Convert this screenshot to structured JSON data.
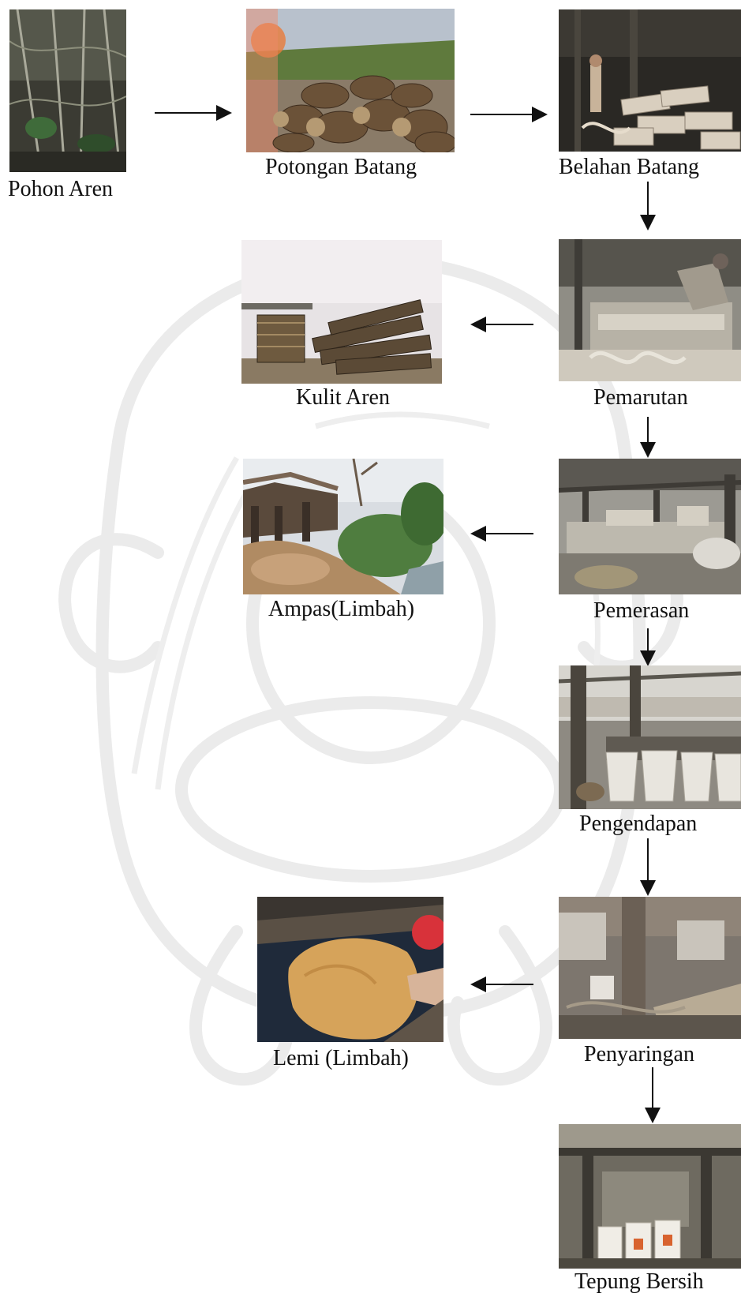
{
  "colors": {
    "arrow": "#111111",
    "text": "#111111",
    "watermark": "#e8e8e8"
  },
  "steps": {
    "pohon_aren": {
      "label": "Pohon Aren"
    },
    "potongan_batang": {
      "label": "Potongan Batang"
    },
    "belahan_batang": {
      "label": "Belahan Batang"
    },
    "pemarutan": {
      "label": "Pemarutan"
    },
    "kulit_aren": {
      "label": "Kulit Aren"
    },
    "pemerasan": {
      "label": "Pemerasan"
    },
    "ampas": {
      "label": "Ampas(Limbah)"
    },
    "pengendapan": {
      "label": "Pengendapan"
    },
    "penyaringan": {
      "label": "Penyaringan"
    },
    "lemi": {
      "label": "Lemi (Limbah)"
    },
    "tepung_bersih": {
      "label": "Tepung Bersih"
    }
  }
}
